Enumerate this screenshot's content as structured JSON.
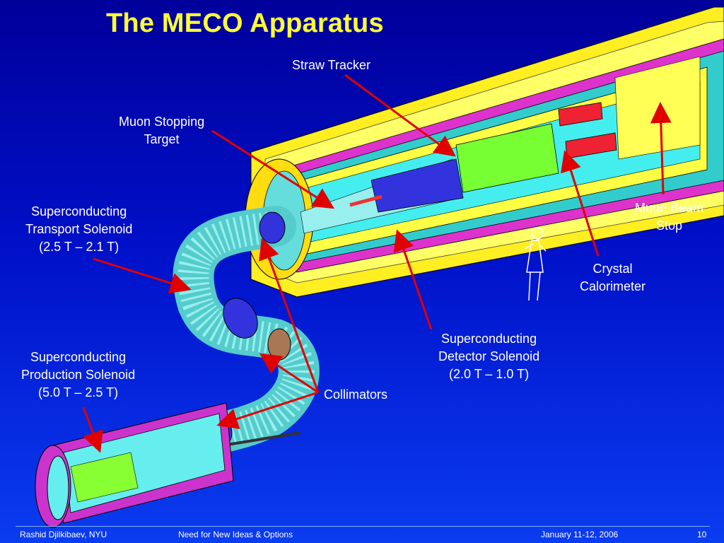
{
  "slide": {
    "title": "The MECO Apparatus",
    "colors": {
      "background": "#0010c8",
      "title": "#ffff33",
      "arrow": "#e00000"
    }
  },
  "labels": {
    "straw_tracker": [
      "Straw Tracker"
    ],
    "muon_stopping_target": [
      "Muon Stopping",
      "Target"
    ],
    "transport_solenoid": [
      "Superconducting",
      "Transport Solenoid",
      "(2.5 T – 2.1 T)"
    ],
    "muon_beam_stop": [
      "Muon Beam",
      "Stop"
    ],
    "crystal_calorimeter": [
      "Crystal",
      "Calorimeter"
    ],
    "detector_solenoid": [
      "Superconducting",
      "Detector Solenoid",
      "(2.0 T – 1.0 T)"
    ],
    "production_solenoid": [
      "Superconducting",
      "Production Solenoid",
      "(5.0 T – 2.5 T)"
    ],
    "collimators": [
      "Collimators"
    ]
  },
  "footer": {
    "author": "Rashid Djilkibaev, NYU",
    "talk": "Need for New Ideas & Options",
    "date": "January 11-12, 2006",
    "page": "10"
  }
}
